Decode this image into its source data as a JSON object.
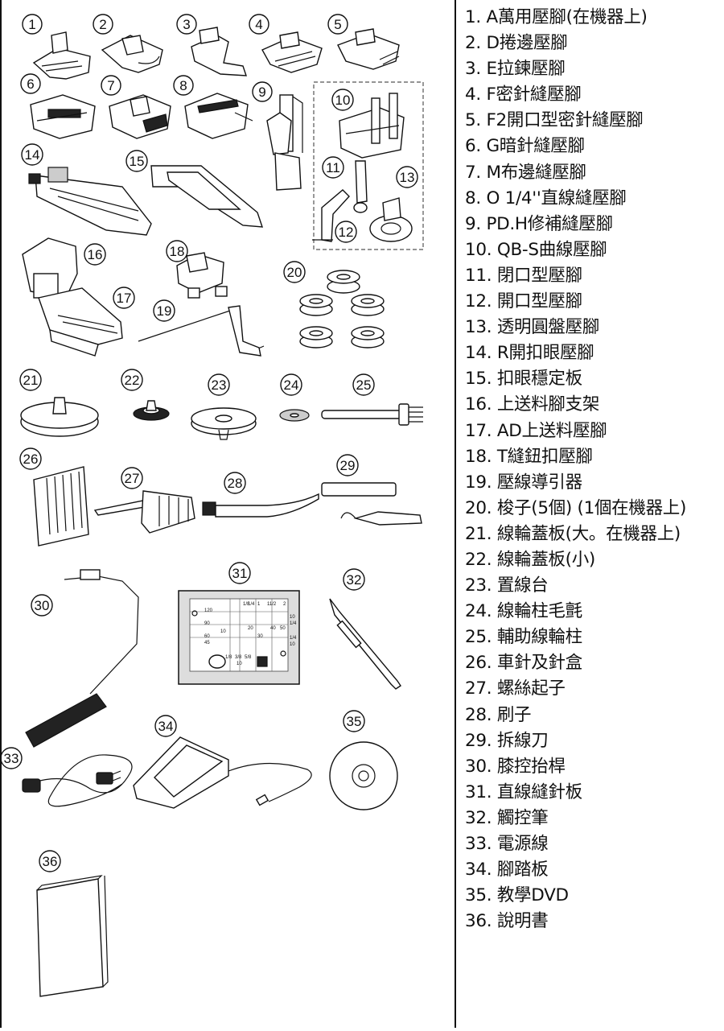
{
  "parts": [
    {
      "n": "1",
      "label": "1. A萬用壓腳(在機器上)"
    },
    {
      "n": "2",
      "label": "2. D捲邊壓腳"
    },
    {
      "n": "3",
      "label": "3. E拉鍊壓腳"
    },
    {
      "n": "4",
      "label": "4. F密針縫壓腳"
    },
    {
      "n": "5",
      "label": "5. F2開口型密針縫壓腳"
    },
    {
      "n": "6",
      "label": "6. G暗針縫壓腳"
    },
    {
      "n": "7",
      "label": "7. M布邊縫壓腳"
    },
    {
      "n": "8",
      "label": "8. O 1/4''直線縫壓腳"
    },
    {
      "n": "9",
      "label": "9. PD.H修補縫壓腳"
    },
    {
      "n": "10",
      "label": "10. QB-S曲線壓腳"
    },
    {
      "n": "11",
      "label": "11. 閉口型壓腳"
    },
    {
      "n": "12",
      "label": "12. 開口型壓腳"
    },
    {
      "n": "13",
      "label": "13. 透明圓盤壓腳"
    },
    {
      "n": "14",
      "label": "14. R開扣眼壓腳"
    },
    {
      "n": "15",
      "label": "15. 扣眼穩定板"
    },
    {
      "n": "16",
      "label": "16. 上送料腳支架"
    },
    {
      "n": "17",
      "label": "17. AD上送料壓腳"
    },
    {
      "n": "18",
      "label": "18. T縫鈕扣壓腳"
    },
    {
      "n": "19",
      "label": "19. 壓線導引器"
    },
    {
      "n": "20",
      "label": "20. 梭子(5個) (1個在機器上)"
    },
    {
      "n": "21",
      "label": "21. 線輪蓋板(大。在機器上)"
    },
    {
      "n": "22",
      "label": "22. 線輪蓋板(小)"
    },
    {
      "n": "23",
      "label": "23. 置線台"
    },
    {
      "n": "24",
      "label": "24. 線輪柱毛氈"
    },
    {
      "n": "25",
      "label": "25. 輔助線輪柱"
    },
    {
      "n": "26",
      "label": "26. 車針及針盒"
    },
    {
      "n": "27",
      "label": "27. 螺絲起子"
    },
    {
      "n": "28",
      "label": "28. 刷子"
    },
    {
      "n": "29",
      "label": "29. 拆線刀"
    },
    {
      "n": "30",
      "label": "30. 膝控抬桿"
    },
    {
      "n": "31",
      "label": "31. 直線縫針板"
    },
    {
      "n": "32",
      "label": "32. 觸控筆"
    },
    {
      "n": "33",
      "label": "33. 電源線"
    },
    {
      "n": "34",
      "label": "34. 腳踏板"
    },
    {
      "n": "35",
      "label": "35. 教學DVD"
    },
    {
      "n": "36",
      "label": "36. 說明書"
    }
  ],
  "plate_marks": {
    "top_row": [
      "1/8",
      "1/4",
      "1",
      "11/2",
      "2"
    ],
    "left_scale": [
      "120",
      "90",
      "60",
      "45"
    ],
    "mid_row": [
      "20",
      "40",
      "50"
    ],
    "mid_row2": [
      "10",
      "30"
    ],
    "right_marks": [
      "10",
      "1/4",
      "1/4",
      "10"
    ],
    "bottom_row": [
      "1/8",
      "3/8",
      "5/8"
    ],
    "bottom_10": "10"
  }
}
